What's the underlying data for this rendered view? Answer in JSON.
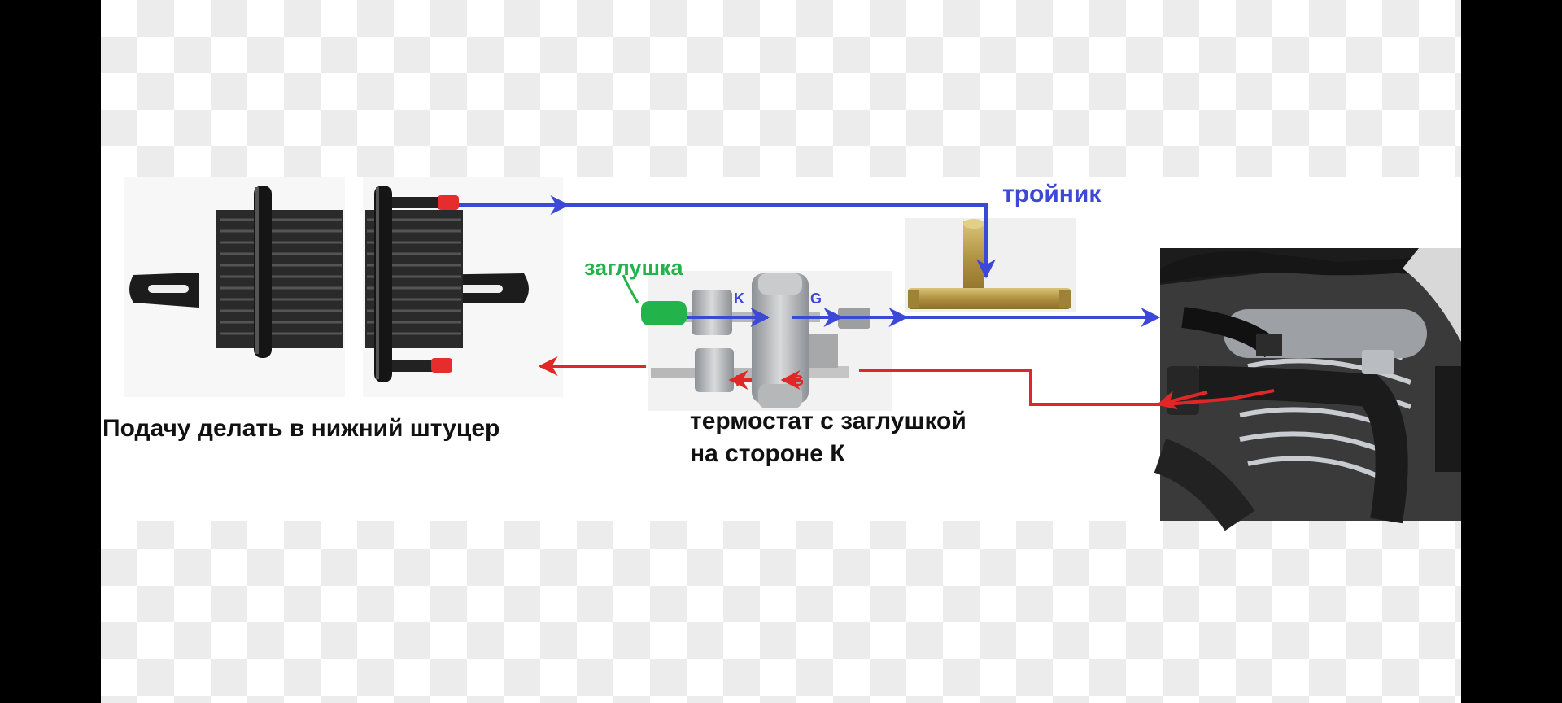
{
  "labels": {
    "tee": "тройник",
    "plug": "заглушка",
    "supply_note": "Подачу делать в нижний штуцер",
    "thermostat_line1": "термостат с заглушкой",
    "thermostat_line2": "на стороне К"
  },
  "ports": {
    "top_left": "K",
    "top_right": "G",
    "bottom_left": "K",
    "bottom_right": "G"
  },
  "colors": {
    "blue_line": "#3c49d6",
    "red_line": "#e02626",
    "plug_green": "#22b34a"
  },
  "icons": {
    "radiator": "oil-cooler-icon",
    "thermostat": "thermostat-valve-icon",
    "tee": "tee-fitting-icon",
    "engine": "engine-bay-photo-icon"
  }
}
